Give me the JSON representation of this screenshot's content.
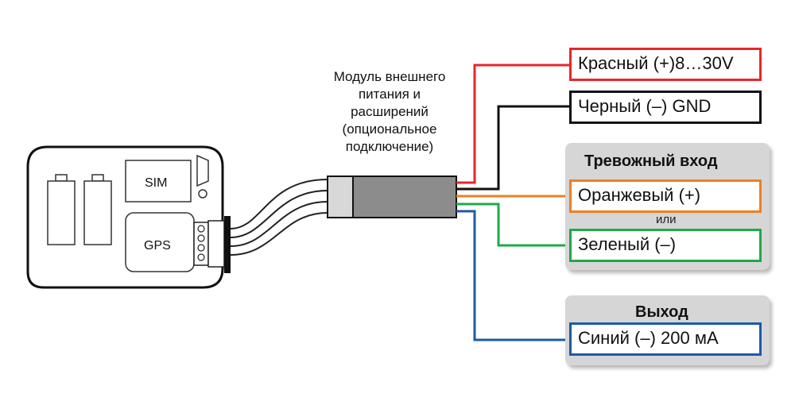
{
  "module": {
    "caption_lines": [
      "Модуль внешнего",
      "питания и",
      "расширений",
      "(опциональное",
      "подключение)"
    ]
  },
  "device": {
    "sim_label": "SIM",
    "gps_label": "GPS"
  },
  "wires": {
    "red": {
      "label": "Красный (+)8…30V",
      "color": "#e8262b"
    },
    "black": {
      "label": "Черный (–) GND",
      "color": "#111111"
    },
    "orange": {
      "label": "Оранжевый (+)",
      "color": "#f07f23"
    },
    "green": {
      "label": "Зеленый (–)",
      "color": "#22a84a"
    },
    "blue": {
      "label": "Синий (–) 200 мА",
      "color": "#1c5aa8"
    }
  },
  "alarm_input": {
    "title": "Тревожный вход",
    "or_label": "или"
  },
  "output": {
    "title": "Выход"
  }
}
